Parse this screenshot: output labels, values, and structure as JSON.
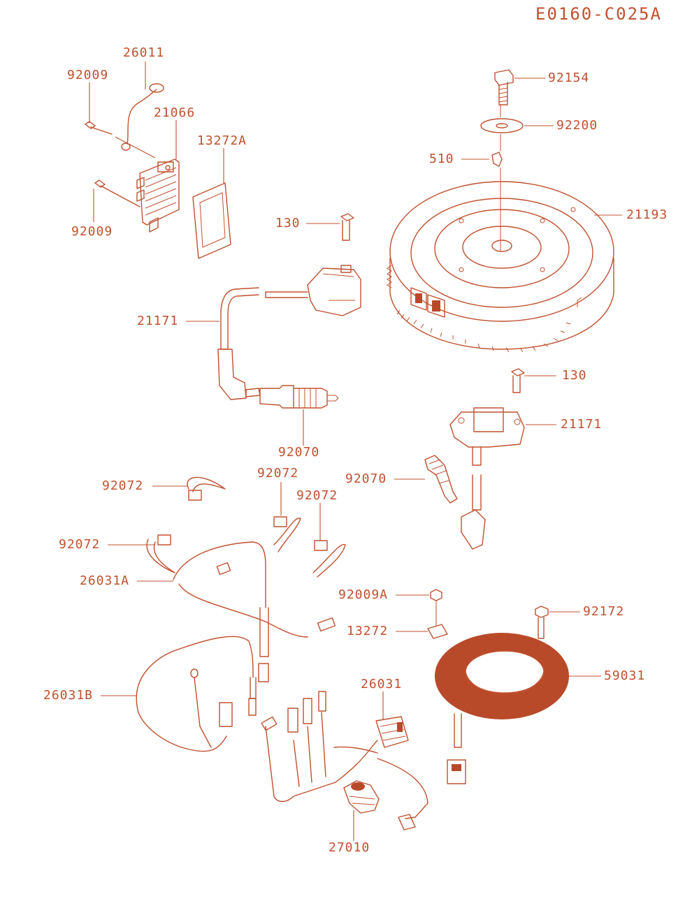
{
  "diagram_code": "E0160-C025A",
  "colors": {
    "ink": "#c0502e",
    "fill_dark": "#b84a2a",
    "paper": "#ffffff"
  },
  "labels": [
    {
      "id": "26011",
      "text": "26011"
    },
    {
      "id": "92009-top",
      "text": "92009"
    },
    {
      "id": "21066",
      "text": "21066"
    },
    {
      "id": "13272A",
      "text": "13272A"
    },
    {
      "id": "92009-bottom",
      "text": "92009"
    },
    {
      "id": "92154",
      "text": "92154"
    },
    {
      "id": "92200",
      "text": "92200"
    },
    {
      "id": "510",
      "text": "510"
    },
    {
      "id": "21193",
      "text": "21193"
    },
    {
      "id": "130-top",
      "text": "130"
    },
    {
      "id": "21171-left",
      "text": "21171"
    },
    {
      "id": "92070-left",
      "text": "92070"
    },
    {
      "id": "130-right",
      "text": "130"
    },
    {
      "id": "21171-right",
      "text": "21171"
    },
    {
      "id": "92070-right",
      "text": "92070"
    },
    {
      "id": "92072-a",
      "text": "92072"
    },
    {
      "id": "92072-b",
      "text": "92072"
    },
    {
      "id": "92072-c",
      "text": "92072"
    },
    {
      "id": "92072-d",
      "text": "92072"
    },
    {
      "id": "26031A",
      "text": "26031A"
    },
    {
      "id": "92009A",
      "text": "92009A"
    },
    {
      "id": "92172",
      "text": "92172"
    },
    {
      "id": "13272",
      "text": "13272"
    },
    {
      "id": "59031",
      "text": "59031"
    },
    {
      "id": "26031B",
      "text": "26031B"
    },
    {
      "id": "26031",
      "text": "26031"
    },
    {
      "id": "27010",
      "text": "27010"
    }
  ]
}
